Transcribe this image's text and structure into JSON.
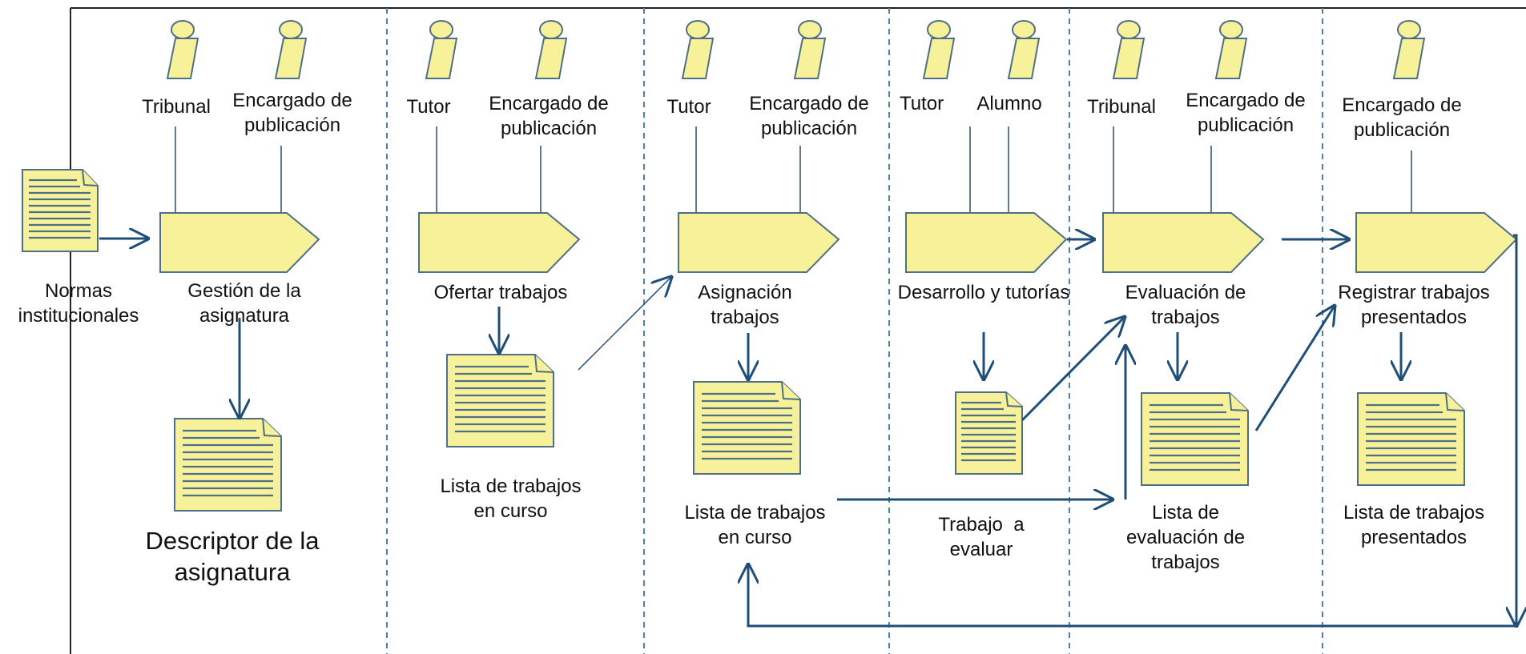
{
  "diagram": {
    "external_input": {
      "label": "Normas\ninstitucionales"
    },
    "lanes": [
      {
        "actors": [
          "Tribunal",
          "Encargado de\npublicación"
        ],
        "process": "Gestión de la\nasignatura",
        "output": "Descriptor de la\nasignatura"
      },
      {
        "actors": [
          "Tutor",
          "Encargado de\npublicación"
        ],
        "process": "Ofertar trabajos",
        "output": "Lista de trabajos\nen curso"
      },
      {
        "actors": [
          "Tutor",
          "Encargado de\npublicación"
        ],
        "process": "Asignación\ntrabajos",
        "output": "Lista de trabajos\nen curso"
      },
      {
        "actors": [
          "Tutor",
          "Alumno"
        ],
        "process": "Desarrollo y tutorías",
        "output": "Trabajo  a\nevaluar"
      },
      {
        "actors": [
          "Tribunal",
          "Encargado de\npublicación"
        ],
        "process": "Evaluación de\ntrabajos",
        "output": "Lista de\nevaluación de\ntrabajos"
      },
      {
        "actors": [
          "Encargado de\npublicación"
        ],
        "process": "Registrar trabajos\npresentados",
        "output": "Lista de trabajos\npresentados"
      }
    ]
  },
  "colors": {
    "shape_fill": "#f7f29a",
    "shape_stroke": "#4f6f86",
    "arrow": "#1f4e79",
    "line": "#2b4a6a",
    "divider": "#4f7fae",
    "frame": "#222222"
  }
}
